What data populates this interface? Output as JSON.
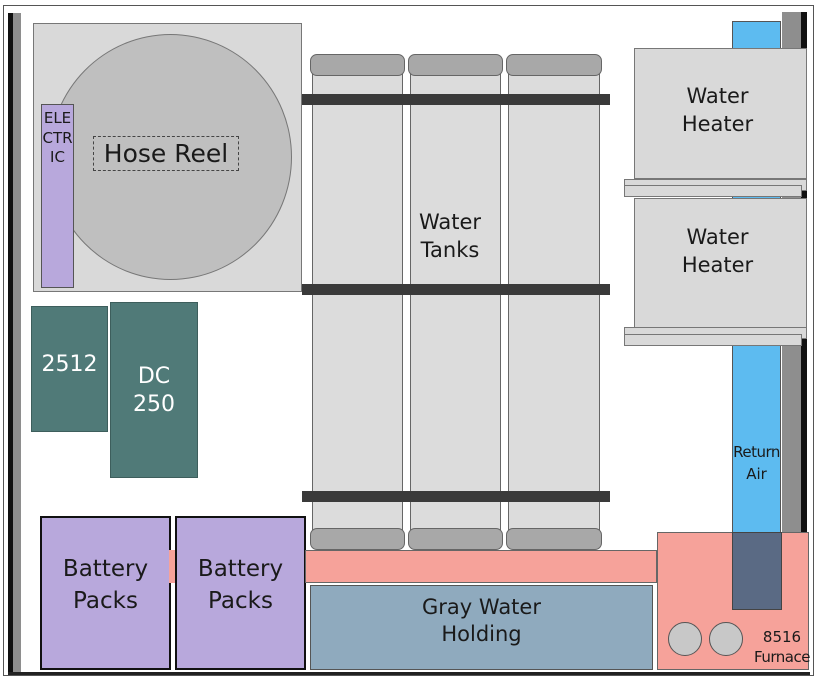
{
  "hose_reel": {
    "label": "Hose Reel"
  },
  "electric": {
    "label": "ELECTRIC"
  },
  "units": {
    "unit_2512": "2512",
    "dc_line1": "DC",
    "dc_line2": "250"
  },
  "water_tanks": {
    "line1": "Water",
    "line2": "Tanks"
  },
  "water_heaters": [
    {
      "line1": "Water",
      "line2": "Heater"
    },
    {
      "line1": "Water",
      "line2": "Heater"
    }
  ],
  "return_air": {
    "line1": "Return",
    "line2": "Air"
  },
  "battery_packs": [
    {
      "line1": "Battery",
      "line2": "Packs"
    },
    {
      "line1": "Battery",
      "line2": "Packs"
    }
  ],
  "gray_water": {
    "line1": "Gray Water",
    "line2": "Holding"
  },
  "furnace": {
    "line1": "8516",
    "line2": "Furnace"
  },
  "colors": {
    "tank_gray": "#dcdcdc",
    "teal": "#507a78",
    "lavender": "#b8a8dc",
    "sky_blue": "#5dbbf0",
    "pink": "#f6a29a",
    "slate_blue": "#8faabe"
  }
}
